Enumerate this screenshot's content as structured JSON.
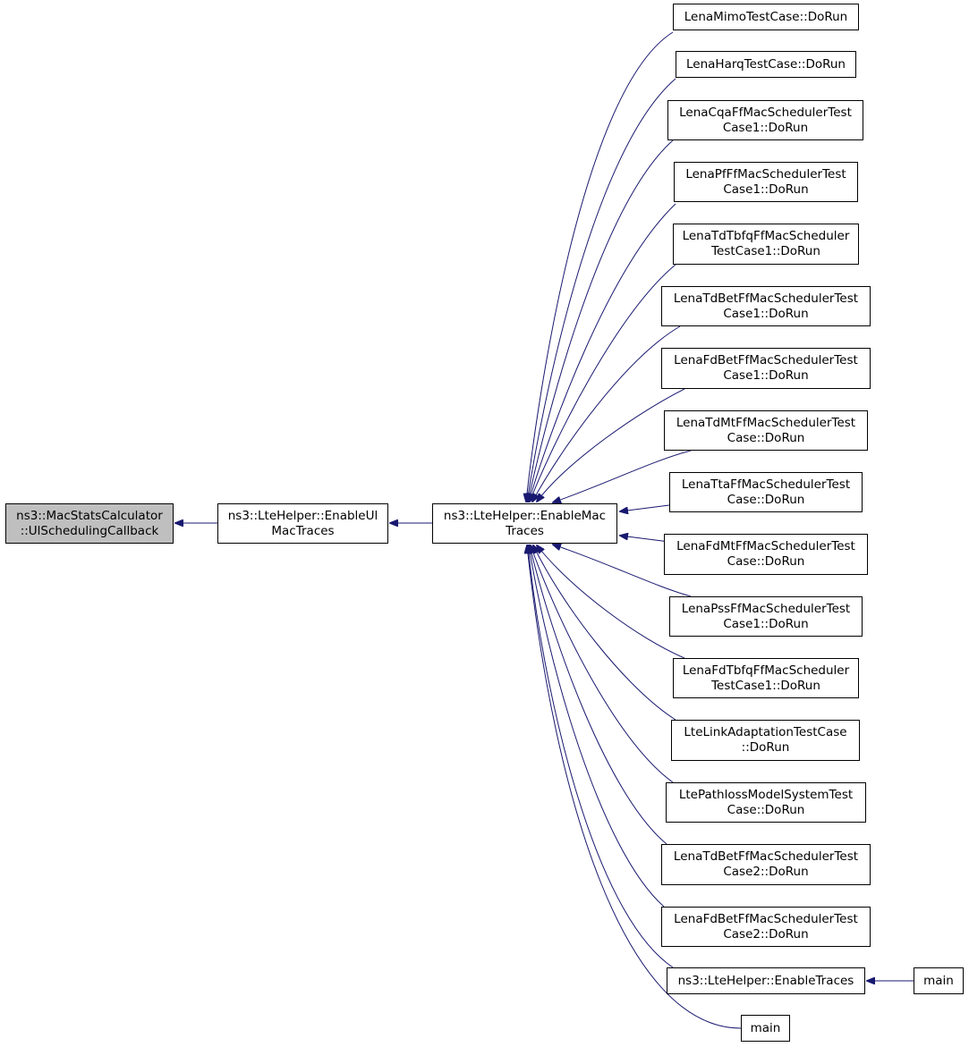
{
  "colors": {
    "edge": "#191970",
    "root_fill": "#bfbfbf",
    "node_fill": "#ffffff",
    "border": "#000000"
  },
  "nodes": {
    "root": {
      "line1": "ns3::MacStatsCalculator",
      "line2": "::UlSchedulingCallback"
    },
    "enable_ul": {
      "line1": "ns3::LteHelper::EnableUl",
      "line2": "MacTraces"
    },
    "enable_mac": {
      "line1": "ns3::LteHelper::EnableMac",
      "line2": "Traces"
    },
    "callers": [
      {
        "line1": "LenaMimoTestCase::DoRun",
        "line2": ""
      },
      {
        "line1": "LenaHarqTestCase::DoRun",
        "line2": ""
      },
      {
        "line1": "LenaCqaFfMacSchedulerTest",
        "line2": "Case1::DoRun"
      },
      {
        "line1": "LenaPfFfMacSchedulerTest",
        "line2": "Case1::DoRun"
      },
      {
        "line1": "LenaTdTbfqFfMacScheduler",
        "line2": "TestCase1::DoRun"
      },
      {
        "line1": "LenaTdBetFfMacSchedulerTest",
        "line2": "Case1::DoRun"
      },
      {
        "line1": "LenaFdBetFfMacSchedulerTest",
        "line2": "Case1::DoRun"
      },
      {
        "line1": "LenaTdMtFfMacSchedulerTest",
        "line2": "Case::DoRun"
      },
      {
        "line1": "LenaTtaFfMacSchedulerTest",
        "line2": "Case::DoRun"
      },
      {
        "line1": "LenaFdMtFfMacSchedulerTest",
        "line2": "Case::DoRun"
      },
      {
        "line1": "LenaPssFfMacSchedulerTest",
        "line2": "Case1::DoRun"
      },
      {
        "line1": "LenaFdTbfqFfMacScheduler",
        "line2": "TestCase1::DoRun"
      },
      {
        "line1": "LteLinkAdaptationTestCase",
        "line2": "::DoRun"
      },
      {
        "line1": "LtePathlossModelSystemTest",
        "line2": "Case::DoRun"
      },
      {
        "line1": "LenaTdBetFfMacSchedulerTest",
        "line2": "Case2::DoRun"
      },
      {
        "line1": "LenaFdBetFfMacSchedulerTest",
        "line2": "Case2::DoRun"
      },
      {
        "line1": "ns3::LteHelper::EnableTraces",
        "line2": ""
      },
      {
        "line1": "main",
        "line2": ""
      }
    ],
    "main_right": {
      "line1": "main",
      "line2": ""
    }
  }
}
